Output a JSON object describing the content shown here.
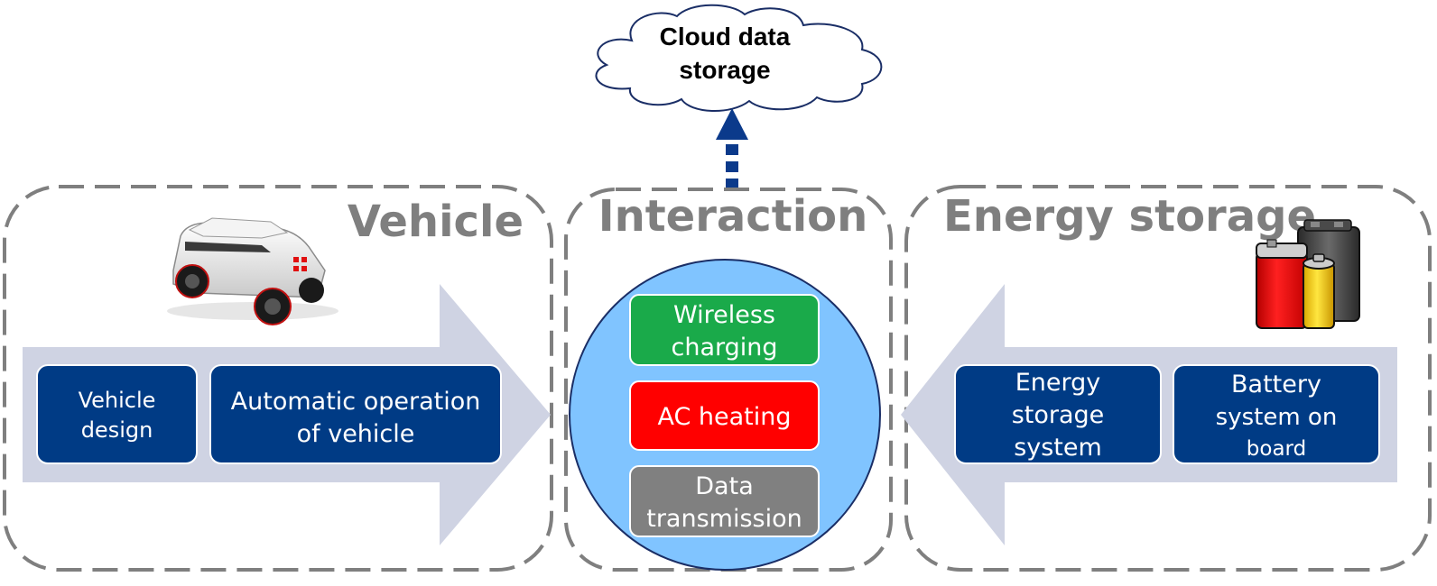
{
  "cloud": {
    "line1": "Cloud data",
    "line2": "storage"
  },
  "sections": {
    "vehicle": {
      "title": "Vehicle",
      "boxes": [
        {
          "lines": [
            "Vehicle",
            "design"
          ]
        },
        {
          "lines": [
            "Automatic operation",
            "of vehicle"
          ]
        }
      ]
    },
    "interaction": {
      "title": "Interaction",
      "items": [
        {
          "lines": [
            "Wireless",
            "charging"
          ],
          "color": "#1aaa4a"
        },
        {
          "lines": [
            "AC heating"
          ],
          "color": "#ff0000"
        },
        {
          "lines": [
            "Data",
            "transmission"
          ],
          "color": "#808080"
        }
      ]
    },
    "energy": {
      "title": "Energy storage",
      "boxes": [
        {
          "lines": [
            "Energy",
            "storage",
            "system"
          ]
        },
        {
          "lines": [
            "Battery",
            "system on",
            "board"
          ]
        }
      ]
    }
  },
  "colors": {
    "box_fill": "#003b85",
    "arrow_fill": "#cfd3e3",
    "circle_fill": "#80c4ff",
    "dashed_border": "#7f7f7f",
    "up_arrow": "#0b3a8b"
  }
}
